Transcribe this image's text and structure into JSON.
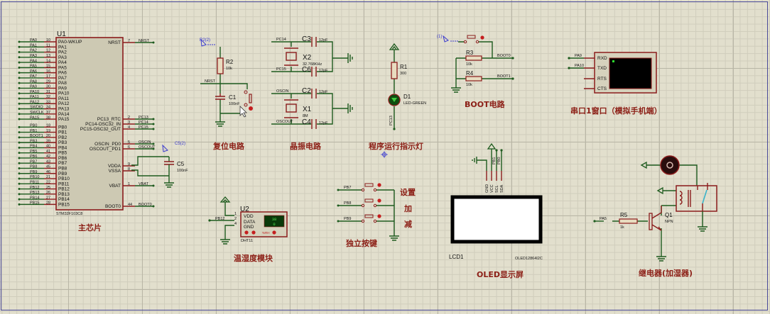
{
  "sheet": {
    "section_titles": {
      "main_chip": "主芯片",
      "reset": "复位电路",
      "crystal": "晶振电路",
      "run_led": "程序运行指示灯",
      "boot": "BOOT电路",
      "uart": "串口1窗口（模拟手机端）",
      "dht": "温湿度模块",
      "keys": "独立按键",
      "oled": "OLED显示屏",
      "relay": "继电器(加湿器)"
    }
  },
  "u1": {
    "ref": "U1",
    "part": "STM32F103C8",
    "left_pins": [
      {
        "net": "PA0",
        "num": "10",
        "name": "PA0-WKUP"
      },
      {
        "net": "PA1",
        "num": "11",
        "name": "PA1"
      },
      {
        "net": "PA2",
        "num": "12",
        "name": "PA2"
      },
      {
        "net": "PA3",
        "num": "13",
        "name": "PA3"
      },
      {
        "net": "PA4",
        "num": "14",
        "name": "PA4"
      },
      {
        "net": "PA5",
        "num": "15",
        "name": "PA5"
      },
      {
        "net": "PA6",
        "num": "16",
        "name": "PA6"
      },
      {
        "net": "PA7",
        "num": "17",
        "name": "PA7"
      },
      {
        "net": "PA8",
        "num": "29",
        "name": "PA8"
      },
      {
        "net": "PA9",
        "num": "30",
        "name": "PA9"
      },
      {
        "net": "PA10",
        "num": "31",
        "name": "PA10"
      },
      {
        "net": "PA11",
        "num": "32",
        "name": "PA11"
      },
      {
        "net": "PA12",
        "num": "33",
        "name": "PA12"
      },
      {
        "net": "SWDIO",
        "num": "34",
        "name": "PA13"
      },
      {
        "net": "SWCLK",
        "num": "37",
        "name": "PA14"
      },
      {
        "net": "PA15",
        "num": "38",
        "name": "PA15"
      },
      {
        "net": "PB0",
        "num": "18",
        "name": "PB0"
      },
      {
        "net": "PB1",
        "num": "19",
        "name": "PB1"
      },
      {
        "net": "BOOT1",
        "num": "20",
        "name": "PB2"
      },
      {
        "net": "PB3",
        "num": "39",
        "name": "PB3"
      },
      {
        "net": "PB4",
        "num": "40",
        "name": "PB4"
      },
      {
        "net": "PB5",
        "num": "41",
        "name": "PB5"
      },
      {
        "net": "PB6",
        "num": "42",
        "name": "PB6"
      },
      {
        "net": "PB7",
        "num": "43",
        "name": "PB7"
      },
      {
        "net": "PB8",
        "num": "45",
        "name": "PB8"
      },
      {
        "net": "PB9",
        "num": "46",
        "name": "PB9"
      },
      {
        "net": "PB10",
        "num": "21",
        "name": "PB10"
      },
      {
        "net": "PB11",
        "num": "22",
        "name": "PB11"
      },
      {
        "net": "PB12",
        "num": "25",
        "name": "PB12"
      },
      {
        "net": "PB13",
        "num": "26",
        "name": "PB13"
      },
      {
        "net": "PB14",
        "num": "27",
        "name": "PB14"
      },
      {
        "net": "PB15",
        "num": "28",
        "name": "PB15"
      }
    ],
    "right_pins": [
      {
        "net": "NRST",
        "num": "7",
        "name": "NRST"
      },
      {
        "net": "PC13",
        "num": "2",
        "name": "PC13_RTC"
      },
      {
        "net": "PC14",
        "num": "3",
        "name": "PC14-OSC32_IN"
      },
      {
        "net": "PC15",
        "num": "4",
        "name": "PC15-OSC32_OUT"
      },
      {
        "net": "OSCIN",
        "num": "5",
        "name": "OSCIN_PD0"
      },
      {
        "net": "OSCOUT",
        "num": "6",
        "name": "OSCOUT_PD1"
      },
      {
        "net": "",
        "num": "9",
        "name": "VDDA"
      },
      {
        "net": "",
        "num": "8",
        "name": "VSSA"
      },
      {
        "net": "VBAT",
        "num": "1",
        "name": "VBAT"
      },
      {
        "net": "BOOT0",
        "num": "44",
        "name": "BOOT0"
      }
    ],
    "c5": {
      "ref": "C5",
      "value": "100nF",
      "probe": "C5(2)"
    }
  },
  "reset": {
    "probe": "R2(2)",
    "r2": {
      "ref": "R2",
      "value": "10k"
    },
    "c1": {
      "ref": "C1",
      "value": "100nF"
    },
    "net": "NRST"
  },
  "crystal": {
    "top": {
      "net_a": "PC14",
      "net_b": "PC15",
      "x": {
        "ref": "X2",
        "value": "32.768KHz"
      },
      "ca": {
        "ref": "C3",
        "value": "12pF"
      },
      "cb": {
        "ref": "C6",
        "value": "12pF"
      }
    },
    "bottom": {
      "net_a": "OSCIN",
      "net_b": "OSCOUT",
      "x": {
        "ref": "X1",
        "value": "8M"
      },
      "ca": {
        "ref": "C2",
        "value": "12pF"
      },
      "cb": {
        "ref": "C4",
        "value": "12pF"
      }
    }
  },
  "run_led": {
    "r1": {
      "ref": "R1",
      "value": "300"
    },
    "d1": {
      "ref": "D1",
      "value": "LED-GREEN"
    },
    "net": "PC13"
  },
  "boot": {
    "probe": "(1)",
    "r3": {
      "ref": "R3",
      "value": "10k"
    },
    "r4": {
      "ref": "R4",
      "value": "10k"
    },
    "net0": "BOOT0",
    "net1": "BOOT1"
  },
  "uart": {
    "net_rxd": "PA9",
    "net_txd": "PA10",
    "pins": [
      "RXD",
      "TXD",
      "RTS",
      "CTS"
    ]
  },
  "dht": {
    "ref": "U2",
    "part": "DHT11",
    "net": "PB12",
    "pins": [
      {
        "num": "1",
        "name": "VDD"
      },
      {
        "num": "2",
        "name": "DATA"
      },
      {
        "num": "4",
        "name": "GND"
      }
    ],
    "display_top": "38",
    "display_bottom": "0",
    "unit": "%RH"
  },
  "keys": {
    "nets": [
      "PB7",
      "PB8",
      "PB9"
    ],
    "labels": [
      "设置",
      "加",
      "减"
    ]
  },
  "oled": {
    "ref": "LCD1",
    "part": "OLED12864I2C",
    "pins": [
      "GND",
      "VCC",
      "SCL",
      "SDA"
    ],
    "nets": [
      "PB1",
      "PB0"
    ]
  },
  "relay": {
    "r5": {
      "ref": "R5",
      "value": "1k"
    },
    "q1": {
      "ref": "Q1",
      "value": "NPN"
    },
    "net": "PA5"
  }
}
